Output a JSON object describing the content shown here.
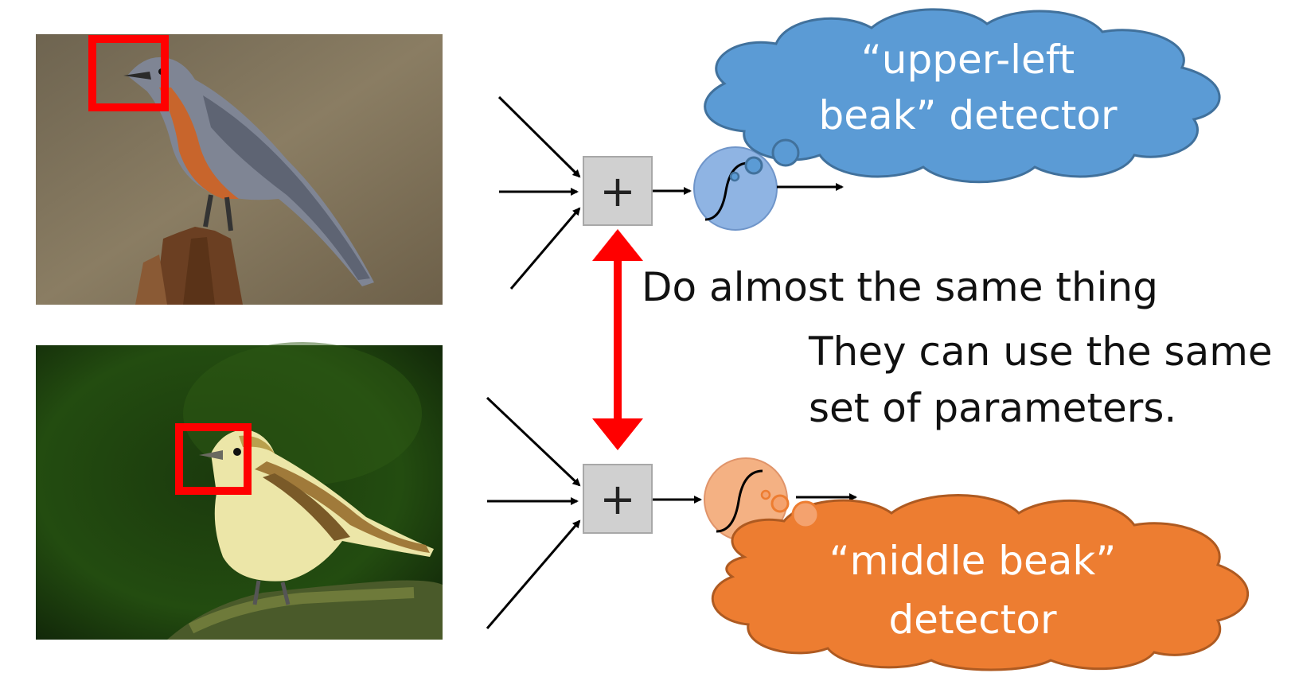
{
  "photos": {
    "top": {
      "description_icon": "bird-grey-orange-photo",
      "highlight_label": "upper-left beak region"
    },
    "bottom": {
      "description_icon": "bird-yellow-photo",
      "highlight_label": "middle beak region"
    }
  },
  "neurons": {
    "top": {
      "sum_symbol": "+"
    },
    "bottom": {
      "sum_symbol": "+"
    }
  },
  "clouds": {
    "top": {
      "line1": "“upper-left",
      "line2": "beak” detector",
      "color": "#5b9bd5"
    },
    "bottom": {
      "line1": "“middle beak”",
      "line2": "detector",
      "color": "#ed7d31"
    }
  },
  "captions": {
    "main": "Do almost the same thing",
    "note_line1": "They can use the same",
    "note_line2": "set of parameters."
  },
  "colors": {
    "highlight": "#ff0000",
    "arrow": "#ff0000",
    "blue_neuron": "#8fb4e3",
    "orange_neuron": "#f4b183"
  }
}
